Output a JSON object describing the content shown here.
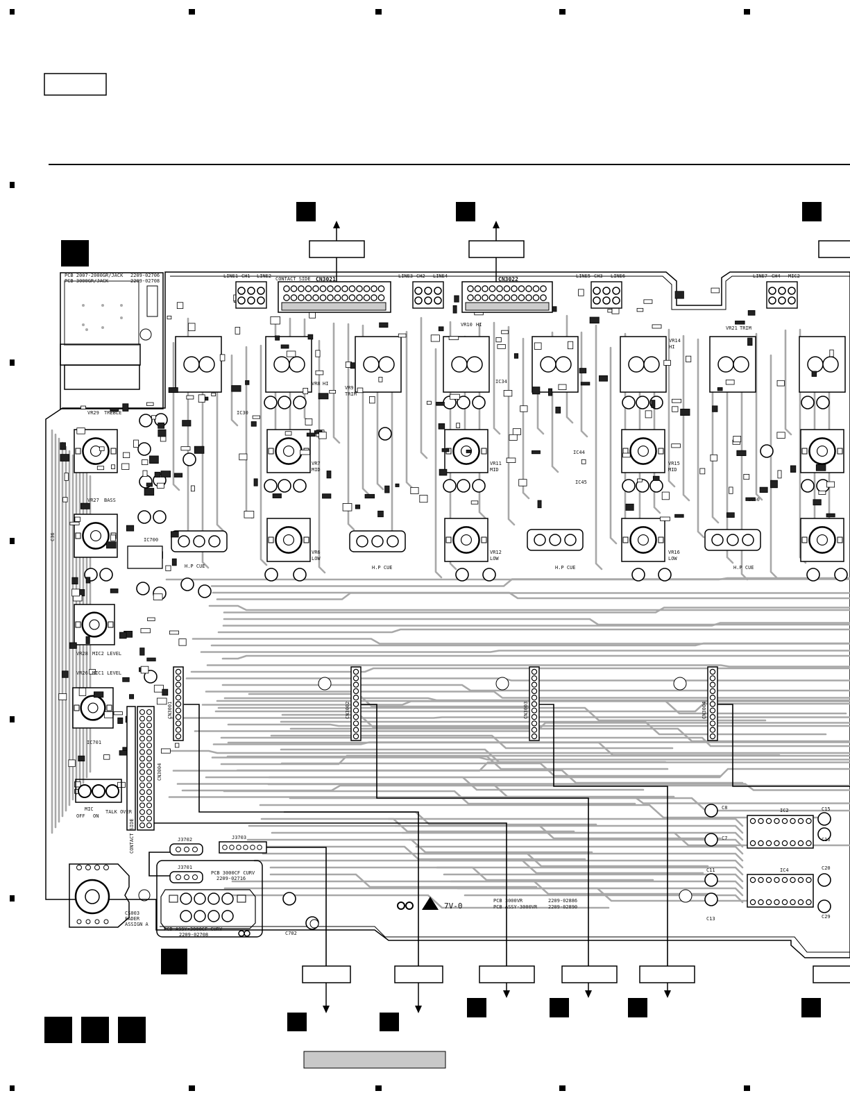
{
  "board": {
    "connectors_top": [
      "CN3021",
      "CN3022"
    ],
    "connectors_middle": [
      "CN3001",
      "CN3002",
      "CN3003",
      "CN3004"
    ],
    "connectors_bottom": [
      "J3702",
      "J3703",
      "J3701"
    ],
    "cn3004": "CN3004",
    "vr_labels": [
      {
        "name": "VR29",
        "fn": "TREBLE"
      },
      {
        "name": "VR27",
        "fn": "BASS"
      },
      {
        "name": "VR28",
        "fn": "MIC2 LEVEL"
      },
      {
        "name": "VR26",
        "fn": "MIC1 LEVEL"
      },
      {
        "name": "VR9",
        "fn": "TRIM"
      },
      {
        "name": "VR21",
        "fn": "TRIM"
      },
      {
        "name": "VR8",
        "fn": "HI"
      },
      {
        "name": "VR10",
        "fn": "HI"
      },
      {
        "name": "VR14",
        "fn": "HI"
      },
      {
        "name": "VR7",
        "fn": "MID"
      },
      {
        "name": "VR11",
        "fn": "MID"
      },
      {
        "name": "VR15",
        "fn": "MID"
      },
      {
        "name": "VR6",
        "fn": "LOW"
      },
      {
        "name": "VR12",
        "fn": "LOW"
      },
      {
        "name": "VR16",
        "fn": "LOW"
      }
    ],
    "hp_cue": [
      "H.P CUE",
      "H.P CUE",
      "H.P CUE",
      "H.P CUE"
    ],
    "ch_labels": [
      {
        "left": "LINE1",
        "ch": "CH1",
        "right": "LINE2"
      },
      {
        "left": "LINE3",
        "ch": "CH2",
        "right": "LINE4"
      },
      {
        "left": "LINE5",
        "ch": "CH3",
        "right": "LINE6"
      },
      {
        "left": "LINE7",
        "ch": "CH4",
        "right": "MIC2"
      }
    ],
    "contact_side": "CONTACT SIDE",
    "mic_switch": [
      "MIC",
      "OFF",
      "ON",
      "TALK OVER"
    ],
    "fader_assign": [
      "CS003",
      "FADER",
      "ASSIGN A"
    ],
    "jack_pcb": [
      "PCB 2007-2000GR/JACK",
      "2209-02706",
      "PCB 3000GR/JACK",
      "2209-02708"
    ],
    "pcb_id_1": [
      "PCB 3000CF CURV",
      "2209-02716"
    ],
    "pcb_id_2": [
      "PCB ASSY-3000CF CURV",
      "2209-02708"
    ],
    "pcb_id_3": [
      "PCB 3000VR",
      "2209-02886",
      "PCB ASSY-3000VR",
      "2209-02890"
    ],
    "lot_mark": "7V-0",
    "ic_labels": [
      "IC2",
      "IC4",
      "IC700",
      "IC701",
      "IC30",
      "IC34",
      "IC44",
      "IC45",
      "IC50"
    ],
    "cap_labels": [
      "C8",
      "C7",
      "C11",
      "C13",
      "C702",
      "C16",
      "C15",
      "C20",
      "C29",
      "C36"
    ]
  }
}
